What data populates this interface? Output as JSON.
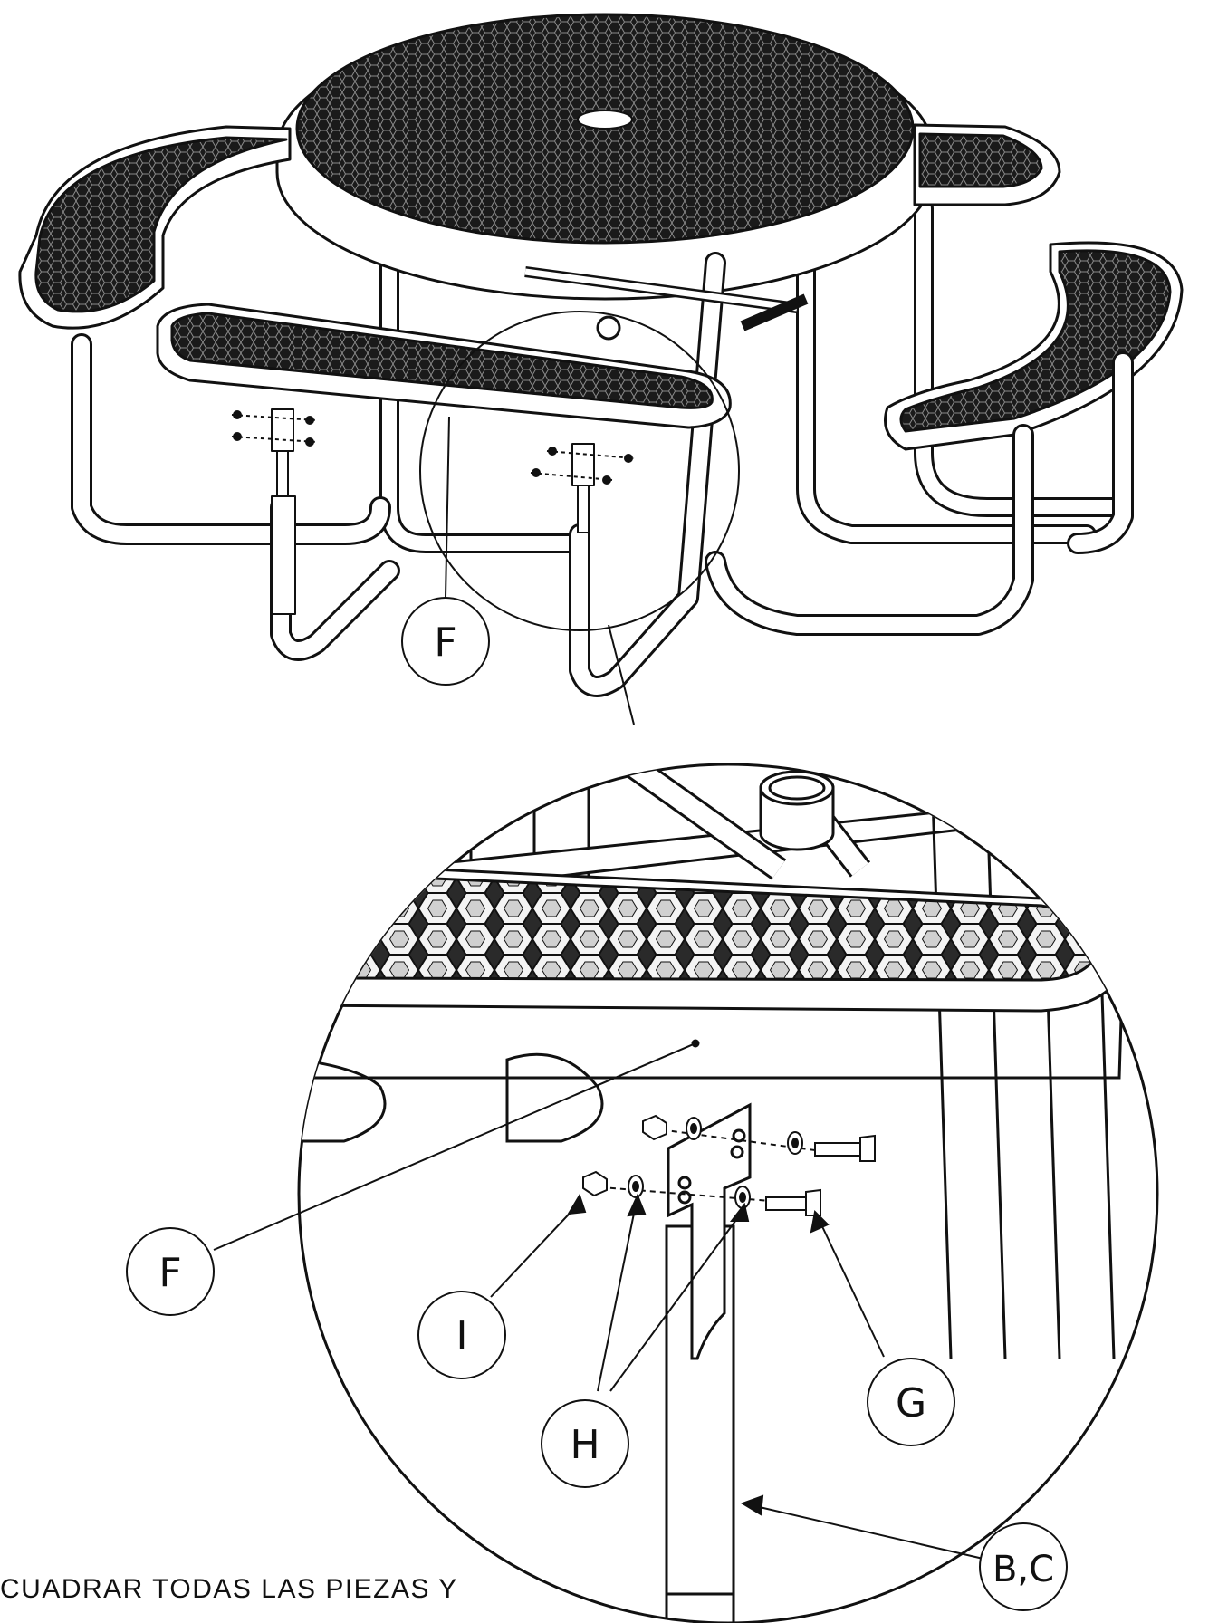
{
  "diagram": {
    "callouts": {
      "f_top": "F",
      "f_detail": "F",
      "i": "I",
      "h": "H",
      "g": "G",
      "bc": "B,C"
    }
  },
  "caption": "CUADRAR  TODAS  LAS  PIEZAS  Y",
  "colors": {
    "line": "#111111",
    "mesh": "#1a1a1a",
    "background": "#ffffff"
  }
}
